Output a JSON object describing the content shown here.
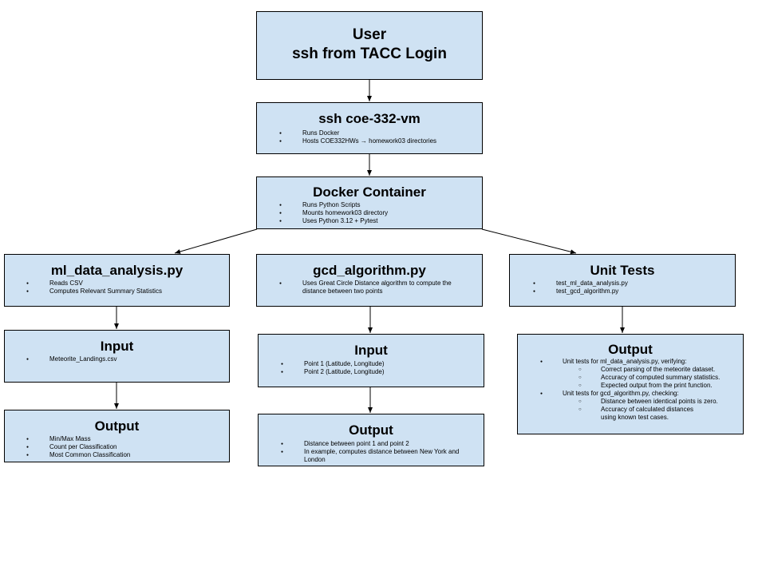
{
  "nodes": {
    "user": {
      "title_line1": "User",
      "title_line2": "ssh from TACC Login"
    },
    "vm": {
      "title": "ssh coe-332-vm",
      "items": [
        "Runs Docker",
        "Hosts COE332HWs → homework03 directories"
      ]
    },
    "docker": {
      "title": "Docker Container",
      "items": [
        "Runs Python Scripts",
        "Mounts homework03 directory",
        "Uses Python 3.12 + Pytest"
      ]
    },
    "ml": {
      "title": "ml_data_analysis.py",
      "items": [
        "Reads CSV",
        "Computes Relevant Summary Statistics"
      ]
    },
    "gcd": {
      "title": "gcd_algorithm.py",
      "items": [
        "Uses Great Circle Distance algorithm to compute the distance between two points"
      ]
    },
    "tests": {
      "title": "Unit Tests",
      "items": [
        "test_ml_data_analysis.py",
        "test_gcd_algorithm.py"
      ]
    },
    "ml_input": {
      "title": "Input",
      "items": [
        "Meteorite_Landings.csv"
      ]
    },
    "gcd_input": {
      "title": "Input",
      "items": [
        "Point 1 (Latitude, Longitude)",
        "Point 2 (Latitude, Longitude)"
      ]
    },
    "tests_output": {
      "title": "Output",
      "item1": "Unit tests for ml_data_analysis.py, verifying:",
      "item1_sub": [
        "Correct parsing of the meteorite dataset.",
        "Accuracy of computed summary statistics.",
        "Expected output from the print function."
      ],
      "item2": "Unit tests for gcd_algorithm.py, checking:",
      "item2_sub": [
        "Distance between identical points is zero.",
        "Accuracy of calculated distances using known test cases."
      ]
    },
    "ml_output": {
      "title": "Output",
      "items": [
        "Min/Max Mass",
        "Count per Classification",
        "Most Common Classification"
      ]
    },
    "gcd_output": {
      "title": "Output",
      "items": [
        "Distance between point 1 and point 2",
        "In example, computes distance between New York and London"
      ]
    }
  },
  "colors": {
    "node_fill": "#cfe2f3",
    "node_border": "#000000",
    "edge": "#000000"
  }
}
